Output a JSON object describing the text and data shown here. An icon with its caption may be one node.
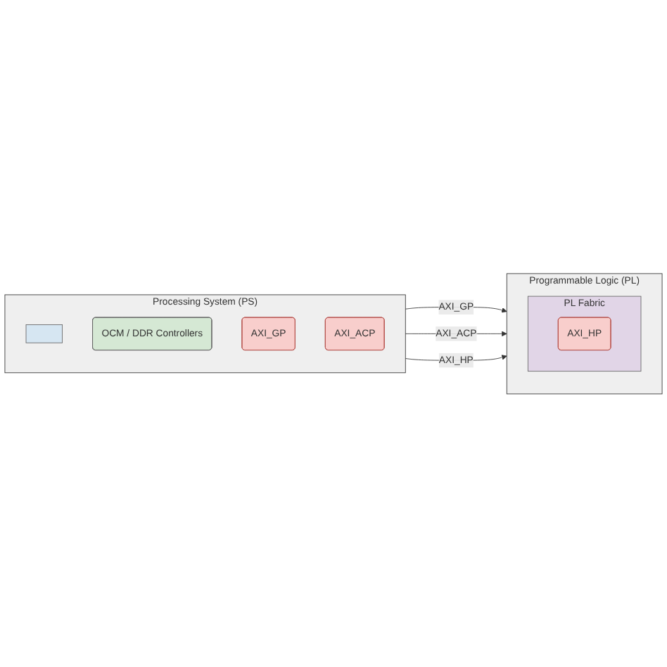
{
  "diagram": {
    "nodes": [
      {
        "text": [
          "Processing System (PS)"
        ]
      },
      {
        "text": [],
        "shape": "box",
        "in": 0
      },
      {
        "text": [
          "OCM / DDR Controllers"
        ],
        "in": 0
      },
      {
        "text": [
          "AXI_GP"
        ],
        "in": 0
      },
      {
        "text": [
          "AXI_ACP"
        ],
        "in": 0
      },
      {
        "text": [
          "Programmable Logic (PL)"
        ]
      },
      {
        "text": [
          "PL Fabric"
        ],
        "in": 5
      },
      {
        "text": [
          "AXI_HP"
        ],
        "in": 6
      }
    ],
    "edges": [
      {
        "from": 0,
        "to": 5,
        "arrow": "to",
        "label": "AXI_GP"
      },
      {
        "from": 0,
        "to": 5,
        "arrow": "to",
        "label": "AXI_ACP"
      },
      {
        "from": 0,
        "to": 5,
        "arrow": "to",
        "label": "AXI_HP"
      }
    ]
  }
}
